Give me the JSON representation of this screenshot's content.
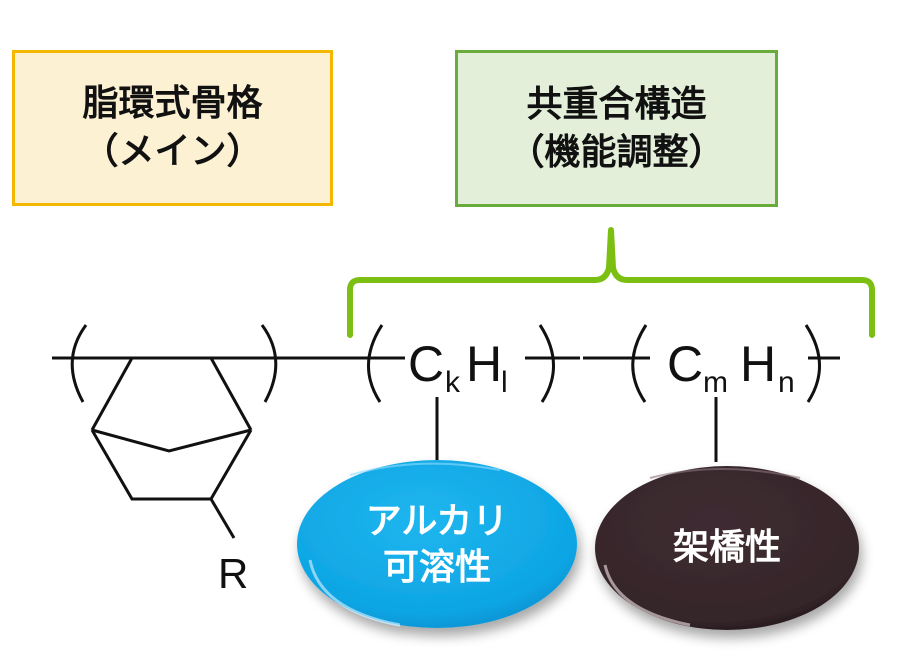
{
  "boxes": {
    "main": {
      "line1": "脂環式骨格",
      "line2": "（メイン）"
    },
    "copolymer": {
      "line1": "共重合構造",
      "line2": "（機能調整）"
    }
  },
  "structure": {
    "substituent": "R",
    "unit1": {
      "c": "C",
      "c_sub": "k",
      "h": "H",
      "h_sub": "l"
    },
    "unit2": {
      "c": "C",
      "c_sub": "m",
      "h": "H",
      "h_sub": "n"
    }
  },
  "ovals": {
    "alkali": {
      "line1": "アルカリ",
      "line2": "可溶性",
      "color": "#12a9e6"
    },
    "crosslink": {
      "line1": "架橋性",
      "color": "#3a2a2e"
    }
  },
  "colors": {
    "main_border": "#f5b800",
    "main_fill": "#fdf1d4",
    "copoly_border": "#6aac3c",
    "copoly_fill": "#e3efd9",
    "bracket": "#7bbf12"
  }
}
